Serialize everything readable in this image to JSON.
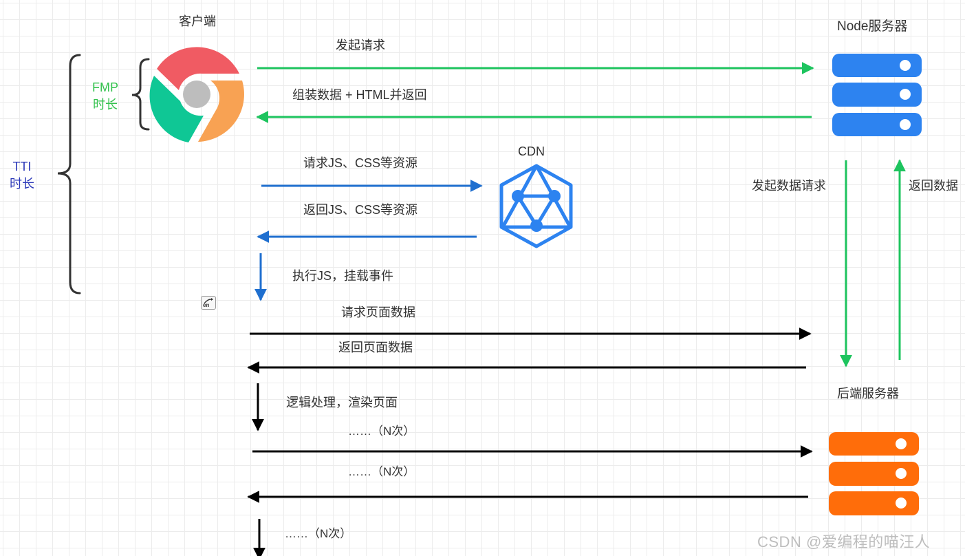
{
  "diagram": {
    "actors": {
      "client": {
        "label": "客户端",
        "icon": "chrome-browser-icon"
      },
      "node_server": {
        "label": "Node服务器",
        "icon": "server-stack-icon",
        "color": "#2d83f0"
      },
      "cdn": {
        "label": "CDN",
        "icon": "cdn-network-icon",
        "color": "#2d83f0"
      },
      "backend_server": {
        "label": "后端服务器",
        "icon": "server-stack-icon",
        "color": "#ff6d0a"
      }
    },
    "metrics": {
      "fmp": {
        "line1": "FMP",
        "line2": "时长",
        "color": "#33c24d"
      },
      "tti": {
        "line1": "TTI",
        "line2": "时长",
        "color": "#2b38b8"
      }
    },
    "messages": [
      {
        "id": "m1",
        "label": "发起请求",
        "from": "client",
        "to": "node_server",
        "color": "#1dc45e"
      },
      {
        "id": "m2",
        "label": "组装数据 + HTML并返回",
        "from": "node_server",
        "to": "client",
        "color": "#1dc45e"
      },
      {
        "id": "m3",
        "label": "请求JS、CSS等资源",
        "from": "client",
        "to": "cdn",
        "color": "#1f6fcf"
      },
      {
        "id": "m4",
        "label": "返回JS、CSS等资源",
        "from": "cdn",
        "to": "client",
        "color": "#1f6fcf"
      },
      {
        "id": "m5",
        "label": "执行JS，挂载事件",
        "from": "client",
        "to": "client",
        "color": "#1f6fcf"
      },
      {
        "id": "m6",
        "label": "请求页面数据",
        "from": "client",
        "to": "node_server",
        "color": "#000000"
      },
      {
        "id": "m7",
        "label": "返回页面数据",
        "from": "node_server",
        "to": "client",
        "color": "#000000"
      },
      {
        "id": "m8",
        "label": "逻辑处理，渲染页面",
        "from": "client",
        "to": "client",
        "color": "#000000"
      },
      {
        "id": "m9",
        "label": "……（N次）",
        "from": "client",
        "to": "backend_server",
        "color": "#000000"
      },
      {
        "id": "m10",
        "label": "……（N次）",
        "from": "backend_server",
        "to": "client",
        "color": "#000000"
      },
      {
        "id": "m11",
        "label": "……（N次）",
        "from": "client",
        "to": "client",
        "color": "#000000"
      },
      {
        "id": "m12",
        "label": "发起数据请求",
        "from": "node_server",
        "to": "backend_server",
        "color": "#1dc45e"
      },
      {
        "id": "m13",
        "label": "返回数据",
        "from": "backend_server",
        "to": "node_server",
        "color": "#1dc45e"
      }
    ]
  },
  "watermark": "CSDN @爱编程的喵汪人",
  "translate_icon": {
    "text": "en"
  }
}
